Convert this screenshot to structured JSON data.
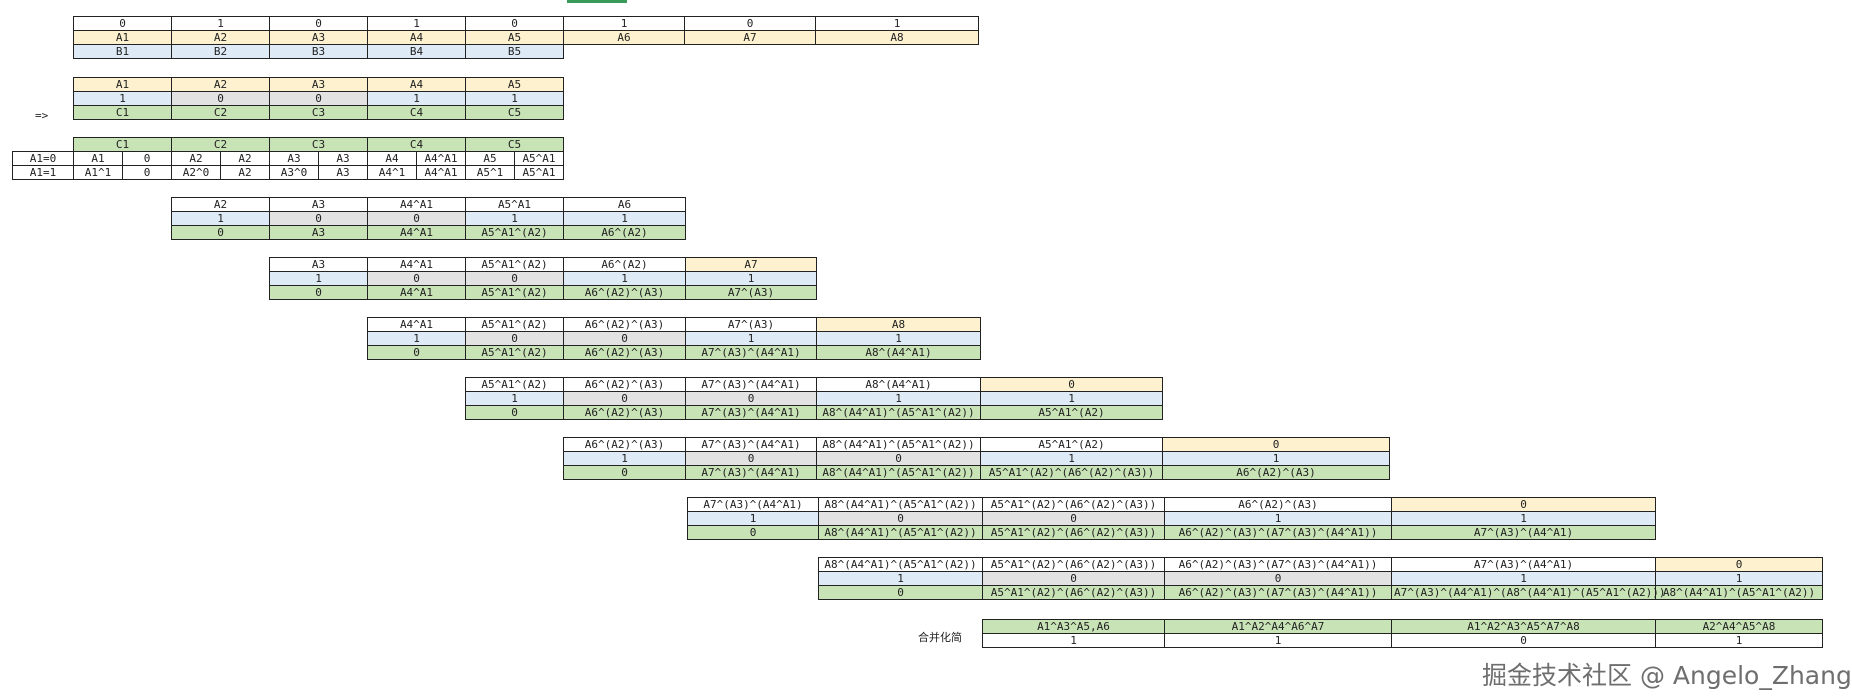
{
  "labels": {
    "arrow": "=>",
    "merge": "合并化简",
    "watermark": "掘金技术社区 @ Angelo_Zhang"
  },
  "tables": [
    {
      "rows": [
        [
          [
            "0",
            "w"
          ],
          [
            "1",
            "w"
          ],
          [
            "0",
            "w"
          ],
          [
            "1",
            "w"
          ],
          [
            "0",
            "w"
          ],
          [
            "1",
            "w"
          ],
          [
            "0",
            "w"
          ],
          [
            "1",
            "w"
          ]
        ],
        [
          [
            "A1",
            "y"
          ],
          [
            "A2",
            "y"
          ],
          [
            "A3",
            "y"
          ],
          [
            "A4",
            "y"
          ],
          [
            "A5",
            "y"
          ],
          [
            "A6",
            "y"
          ],
          [
            "A7",
            "y"
          ],
          [
            "A8",
            "y"
          ]
        ],
        [
          [
            "B1",
            "b"
          ],
          [
            "B2",
            "b"
          ],
          [
            "B3",
            "b"
          ],
          [
            "B4",
            "b"
          ],
          [
            "B5",
            "b"
          ]
        ]
      ]
    },
    {
      "rows": [
        [
          [
            "A1",
            "y"
          ],
          [
            "A2",
            "y"
          ],
          [
            "A3",
            "y"
          ],
          [
            "A4",
            "y"
          ],
          [
            "A5",
            "y"
          ]
        ],
        [
          [
            "1",
            "b"
          ],
          [
            "0",
            "gr"
          ],
          [
            "0",
            "gr"
          ],
          [
            "1",
            "b"
          ],
          [
            "1",
            "b"
          ]
        ],
        [
          [
            "C1",
            "g"
          ],
          [
            "C2",
            "g"
          ],
          [
            "C3",
            "g"
          ],
          [
            "C4",
            "g"
          ],
          [
            "C5",
            "g"
          ]
        ]
      ]
    },
    {
      "rows": [
        [
          [
            "",
            "x"
          ],
          [
            "C1",
            "g"
          ],
          [
            "C2",
            "g"
          ],
          [
            "C3",
            "g"
          ],
          [
            "C4",
            "g"
          ],
          [
            "C5",
            "g"
          ]
        ],
        [
          [
            "A1=0",
            "w"
          ],
          [
            "A1",
            "w"
          ],
          [
            "0",
            "w"
          ],
          [
            "A2",
            "w"
          ],
          [
            "A2",
            "w"
          ],
          [
            "A3",
            "w"
          ],
          [
            "A3",
            "w"
          ],
          [
            "A4",
            "w"
          ],
          [
            "A4^A1",
            "w"
          ],
          [
            "A5",
            "w"
          ],
          [
            "A5^A1",
            "w"
          ]
        ],
        [
          [
            "A1=1",
            "w"
          ],
          [
            "A1^1",
            "w"
          ],
          [
            "0",
            "w"
          ],
          [
            "A2^0",
            "w"
          ],
          [
            "A2",
            "w"
          ],
          [
            "A3^0",
            "w"
          ],
          [
            "A3",
            "w"
          ],
          [
            "A4^1",
            "w"
          ],
          [
            "A4^A1",
            "w"
          ],
          [
            "A5^1",
            "w"
          ],
          [
            "A5^A1",
            "w"
          ]
        ]
      ]
    },
    {
      "rows": [
        [
          [
            "A2",
            "w"
          ],
          [
            "A3",
            "w"
          ],
          [
            "A4^A1",
            "w"
          ],
          [
            "A5^A1",
            "w"
          ],
          [
            "A6",
            "w"
          ]
        ],
        [
          [
            "1",
            "b"
          ],
          [
            "0",
            "gr"
          ],
          [
            "0",
            "gr"
          ],
          [
            "1",
            "b"
          ],
          [
            "1",
            "b"
          ]
        ],
        [
          [
            "0",
            "g"
          ],
          [
            "A3",
            "g"
          ],
          [
            "A4^A1",
            "g"
          ],
          [
            "A5^A1^(A2)",
            "g"
          ],
          [
            "A6^(A2)",
            "g"
          ]
        ]
      ]
    },
    {
      "rows": [
        [
          [
            "A3",
            "w"
          ],
          [
            "A4^A1",
            "w"
          ],
          [
            "A5^A1^(A2)",
            "w"
          ],
          [
            "A6^(A2)",
            "w"
          ],
          [
            "A7",
            "y"
          ]
        ],
        [
          [
            "1",
            "b"
          ],
          [
            "0",
            "gr"
          ],
          [
            "0",
            "gr"
          ],
          [
            "1",
            "b"
          ],
          [
            "1",
            "b"
          ]
        ],
        [
          [
            "0",
            "g"
          ],
          [
            "A4^A1",
            "g"
          ],
          [
            "A5^A1^(A2)",
            "g"
          ],
          [
            "A6^(A2)^(A3)",
            "g"
          ],
          [
            "A7^(A3)",
            "g"
          ]
        ]
      ]
    },
    {
      "rows": [
        [
          [
            "A4^A1",
            "w"
          ],
          [
            "A5^A1^(A2)",
            "w"
          ],
          [
            "A6^(A2)^(A3)",
            "w"
          ],
          [
            "A7^(A3)",
            "w"
          ],
          [
            "A8",
            "y"
          ]
        ],
        [
          [
            "1",
            "b"
          ],
          [
            "0",
            "gr"
          ],
          [
            "0",
            "gr"
          ],
          [
            "1",
            "b"
          ],
          [
            "1",
            "b"
          ]
        ],
        [
          [
            "0",
            "g"
          ],
          [
            "A5^A1^(A2)",
            "g"
          ],
          [
            "A6^(A2)^(A3)",
            "g"
          ],
          [
            "A7^(A3)^(A4^A1)",
            "g"
          ],
          [
            "A8^(A4^A1)",
            "g"
          ]
        ]
      ]
    },
    {
      "rows": [
        [
          [
            "A5^A1^(A2)",
            "w"
          ],
          [
            "A6^(A2)^(A3)",
            "w"
          ],
          [
            "A7^(A3)^(A4^A1)",
            "w"
          ],
          [
            "A8^(A4^A1)",
            "w"
          ],
          [
            "0",
            "y"
          ]
        ],
        [
          [
            "1",
            "b"
          ],
          [
            "0",
            "gr"
          ],
          [
            "0",
            "gr"
          ],
          [
            "1",
            "b"
          ],
          [
            "1",
            "b"
          ]
        ],
        [
          [
            "0",
            "g"
          ],
          [
            "A6^(A2)^(A3)",
            "g"
          ],
          [
            "A7^(A3)^(A4^A1)",
            "g"
          ],
          [
            "A8^(A4^A1)^(A5^A1^(A2))",
            "g"
          ],
          [
            "A5^A1^(A2)",
            "g"
          ]
        ]
      ]
    },
    {
      "rows": [
        [
          [
            "A6^(A2)^(A3)",
            "w"
          ],
          [
            "A7^(A3)^(A4^A1)",
            "w"
          ],
          [
            "A8^(A4^A1)^(A5^A1^(A2))",
            "w"
          ],
          [
            "A5^A1^(A2)",
            "w"
          ],
          [
            "0",
            "y"
          ]
        ],
        [
          [
            "1",
            "b"
          ],
          [
            "0",
            "gr"
          ],
          [
            "0",
            "gr"
          ],
          [
            "1",
            "b"
          ],
          [
            "1",
            "b"
          ]
        ],
        [
          [
            "0",
            "g"
          ],
          [
            "A7^(A3)^(A4^A1)",
            "g"
          ],
          [
            "A8^(A4^A1)^(A5^A1^(A2))",
            "g"
          ],
          [
            "A5^A1^(A2)^(A6^(A2)^(A3))",
            "g"
          ],
          [
            "A6^(A2)^(A3)",
            "g"
          ]
        ]
      ]
    },
    {
      "rows": [
        [
          [
            "A7^(A3)^(A4^A1)",
            "w"
          ],
          [
            "A8^(A4^A1)^(A5^A1^(A2))",
            "w"
          ],
          [
            "A5^A1^(A2)^(A6^(A2)^(A3))",
            "w"
          ],
          [
            "A6^(A2)^(A3)",
            "w"
          ],
          [
            "0",
            "y"
          ]
        ],
        [
          [
            "1",
            "b"
          ],
          [
            "0",
            "gr"
          ],
          [
            "0",
            "gr"
          ],
          [
            "1",
            "b"
          ],
          [
            "1",
            "b"
          ]
        ],
        [
          [
            "0",
            "g"
          ],
          [
            "A8^(A4^A1)^(A5^A1^(A2))",
            "g"
          ],
          [
            "A5^A1^(A2)^(A6^(A2)^(A3))",
            "g"
          ],
          [
            "A6^(A2)^(A3)^(A7^(A3)^(A4^A1))",
            "g"
          ],
          [
            "A7^(A3)^(A4^A1)",
            "g"
          ]
        ]
      ]
    },
    {
      "rows": [
        [
          [
            "A8^(A4^A1)^(A5^A1^(A2))",
            "w"
          ],
          [
            "A5^A1^(A2)^(A6^(A2)^(A3))",
            "w"
          ],
          [
            "A6^(A2)^(A3)^(A7^(A3)^(A4^A1))",
            "w"
          ],
          [
            "A7^(A3)^(A4^A1)",
            "w"
          ],
          [
            "0",
            "y"
          ]
        ],
        [
          [
            "1",
            "b"
          ],
          [
            "0",
            "gr"
          ],
          [
            "0",
            "gr"
          ],
          [
            "1",
            "b"
          ],
          [
            "1",
            "b"
          ]
        ],
        [
          [
            "0",
            "g"
          ],
          [
            "A5^A1^(A2)^(A6^(A2)^(A3))",
            "g"
          ],
          [
            "A6^(A2)^(A3)^(A7^(A3)^(A4^A1))",
            "g"
          ],
          [
            "A7^(A3)^(A4^A1)^(A8^(A4^A1)^(A5^A1^(A2)))",
            "g"
          ],
          [
            "A8^(A4^A1)^(A5^A1^(A2))",
            "g"
          ]
        ]
      ]
    },
    {
      "rows": [
        [
          [
            "A1^A3^A5,A6",
            "g"
          ],
          [
            "A1^A2^A4^A6^A7",
            "g"
          ],
          [
            "A1^A2^A3^A5^A7^A8",
            "g"
          ],
          [
            "A2^A4^A5^A8",
            "g"
          ]
        ],
        [
          [
            "1",
            "w"
          ],
          [
            "1",
            "w"
          ],
          [
            "0",
            "w"
          ],
          [
            "1",
            "w"
          ]
        ]
      ]
    }
  ]
}
